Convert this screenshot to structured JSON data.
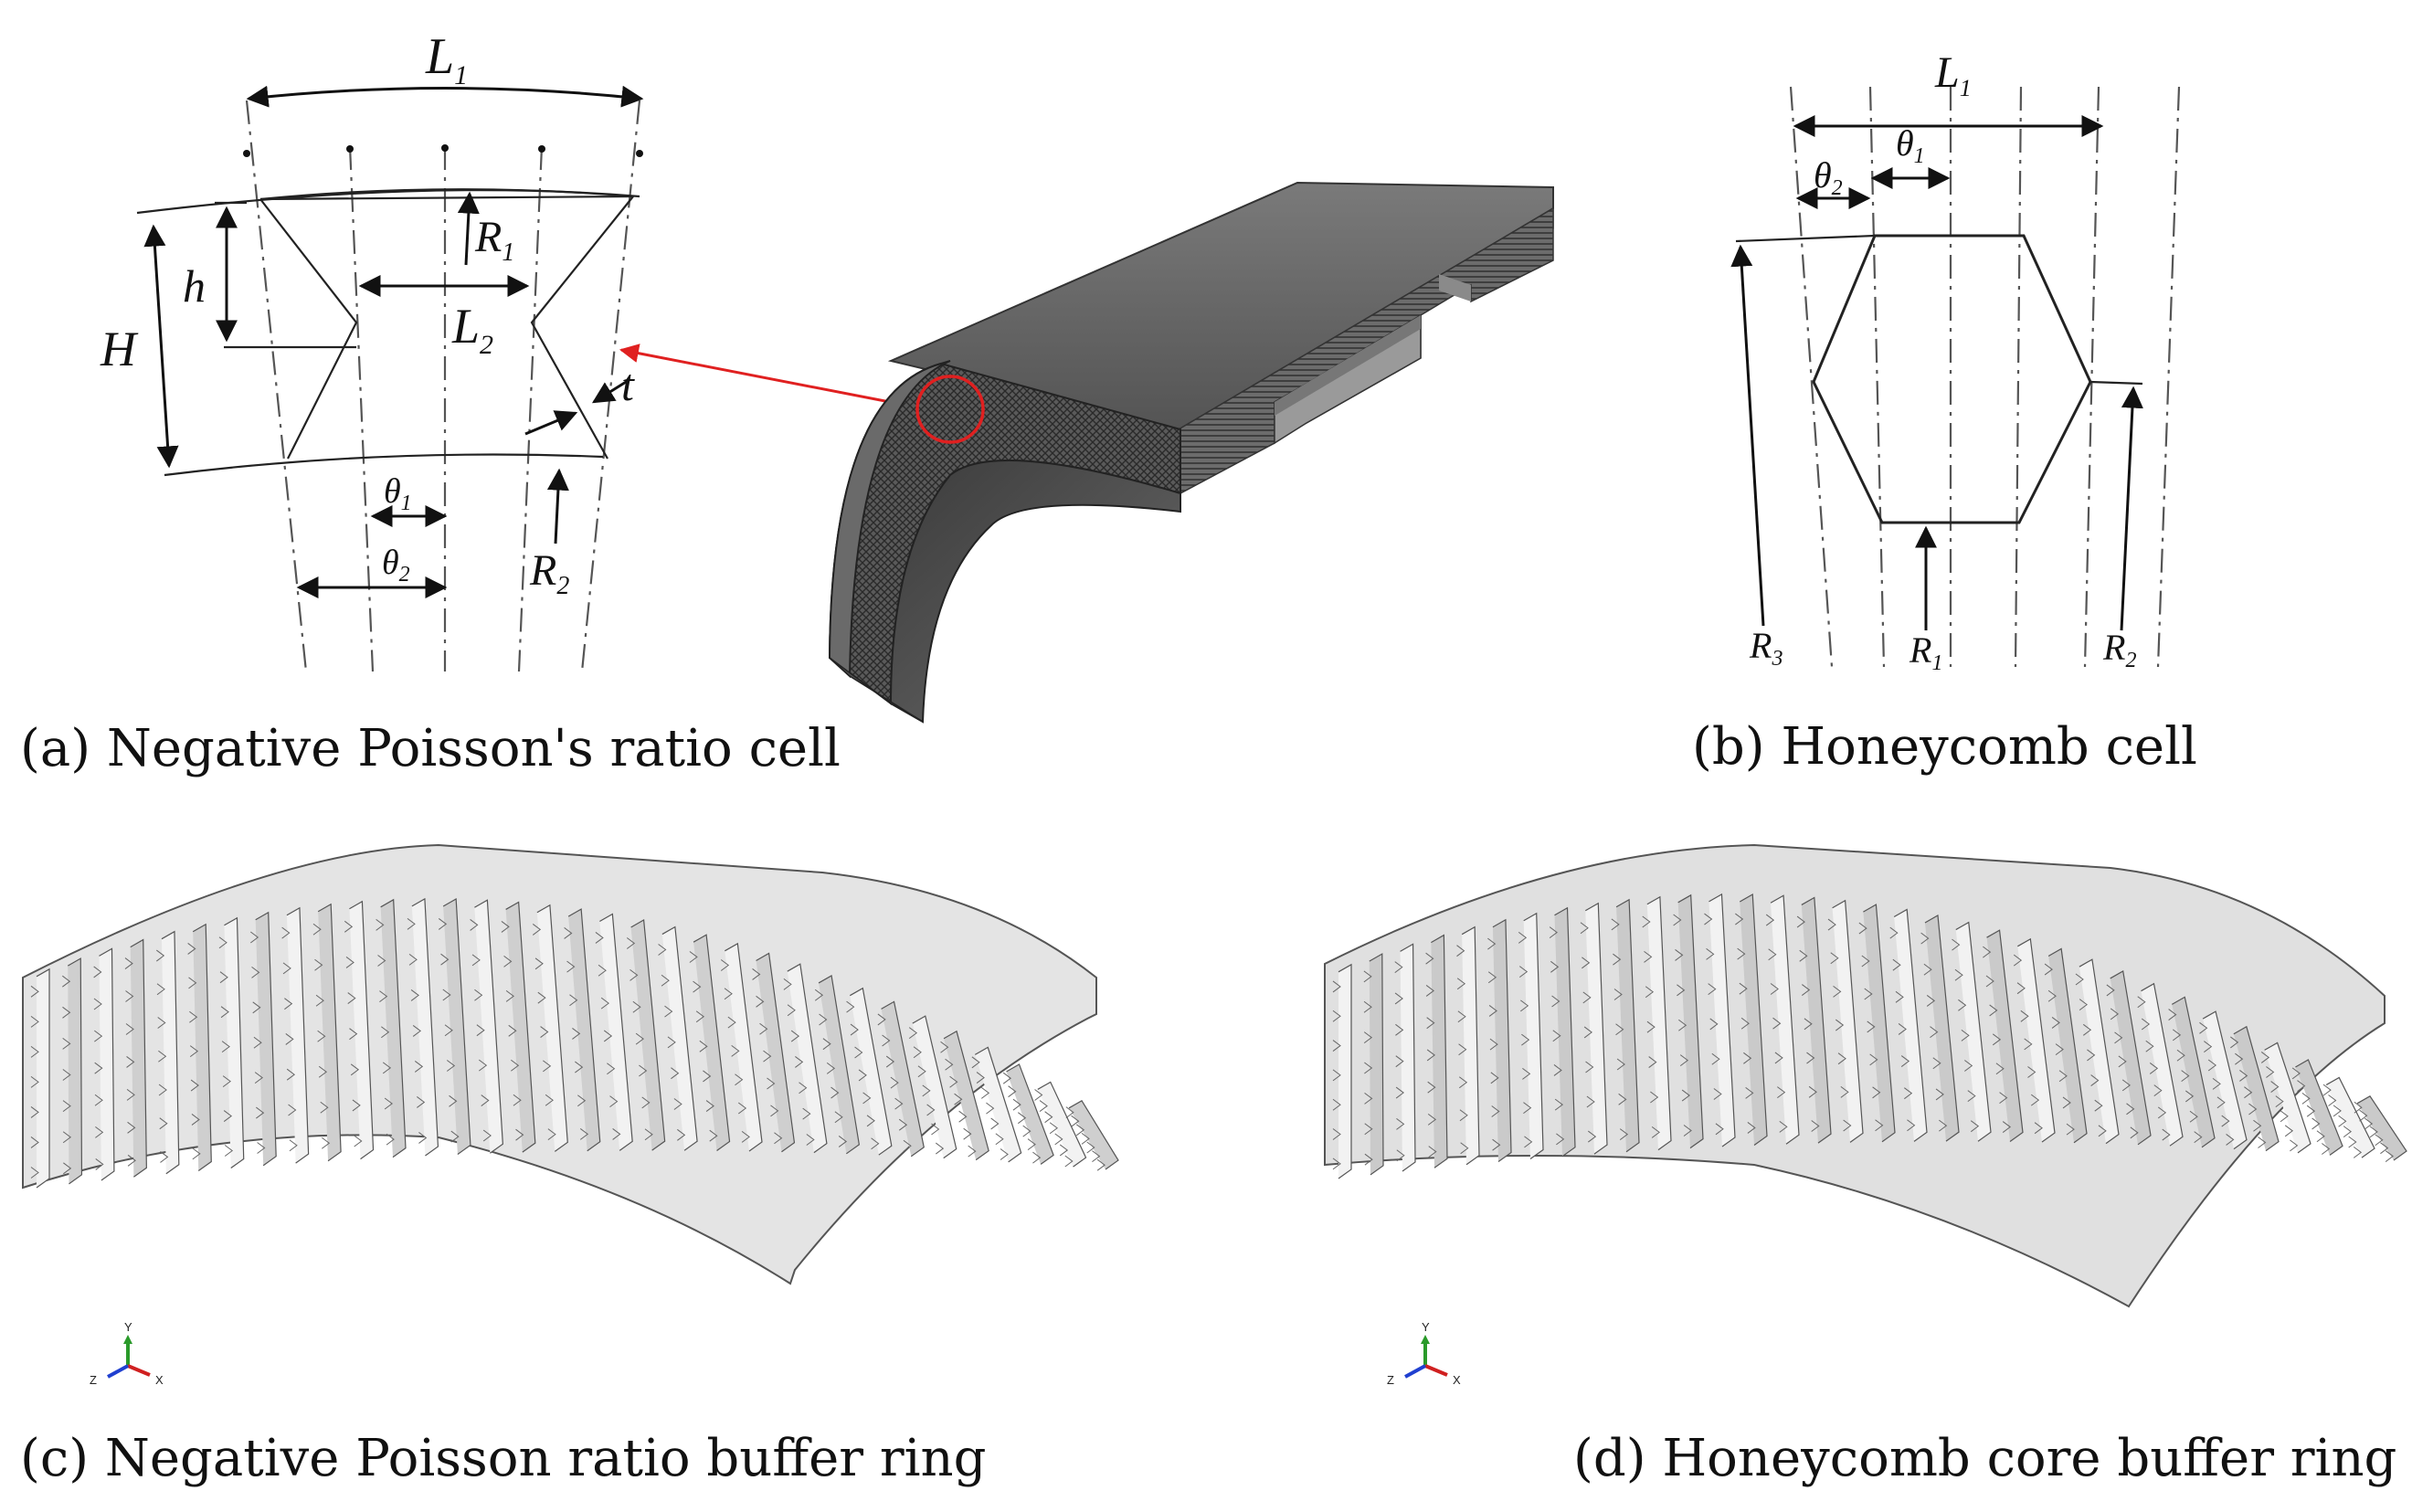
{
  "captions": {
    "a": "(a) Negative Poisson's ratio cell",
    "b": "(b) Honeycomb cell",
    "c": "(c) Negative Poisson ratio buffer ring",
    "d": "(d) Honeycomb core buffer ring"
  },
  "panel_a": {
    "L": "L",
    "L1_sub": "1",
    "L2_sub": "2",
    "h": "h",
    "H": "H",
    "t": "t",
    "R": "R",
    "R1_sub": "1",
    "R2_sub": "2",
    "theta": "θ",
    "theta1_sub": "1",
    "theta2_sub": "2"
  },
  "panel_b": {
    "L": "L",
    "L1_sub": "1",
    "theta": "θ",
    "theta1_sub": "1",
    "theta2_sub": "2",
    "R": "R",
    "R1_sub": "1",
    "R2_sub": "2",
    "R3_sub": "3"
  },
  "triad": {
    "y": "Y",
    "z": "Z",
    "x": "X"
  },
  "colors": {
    "pointer_arrow": "#e02020",
    "highlight_circle": "#e02020",
    "model_dark": "#4a4a4a",
    "model_light": "#d8d8d8"
  }
}
